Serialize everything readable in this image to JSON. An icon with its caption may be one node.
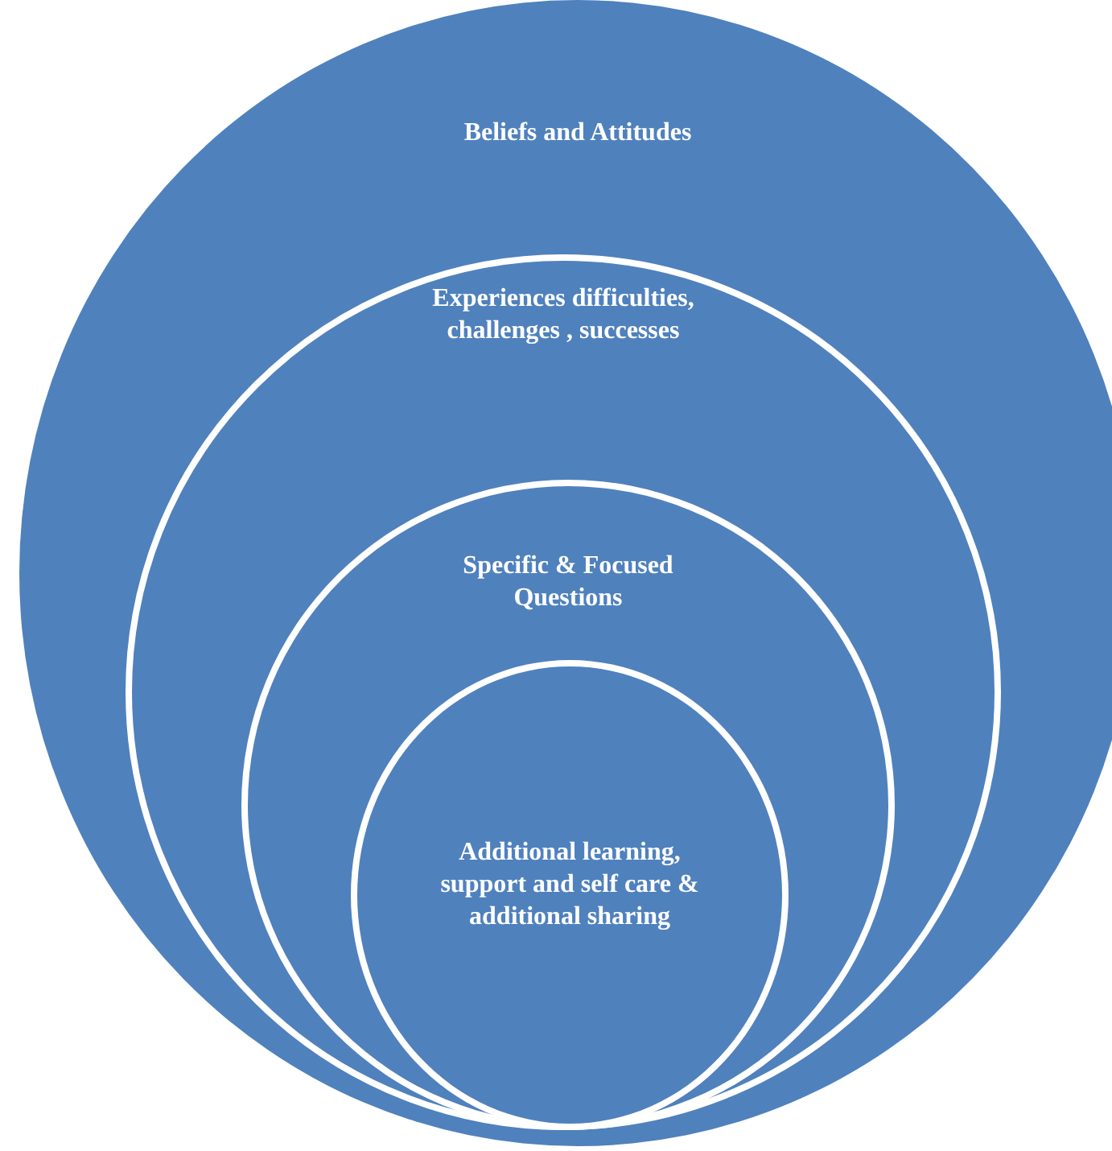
{
  "diagram": {
    "nodes": [
      {
        "text": [
          "Beliefs and Attitudes"
        ]
      },
      {
        "text": [
          "Experiences difficulties, challenges , successes"
        ],
        "in": 0
      },
      {
        "text": [
          "Specific & Focused Questions"
        ],
        "in": 1
      },
      {
        "text": [
          "Additional learning, support and self care & additional sharing"
        ],
        "in": 2
      }
    ]
  }
}
